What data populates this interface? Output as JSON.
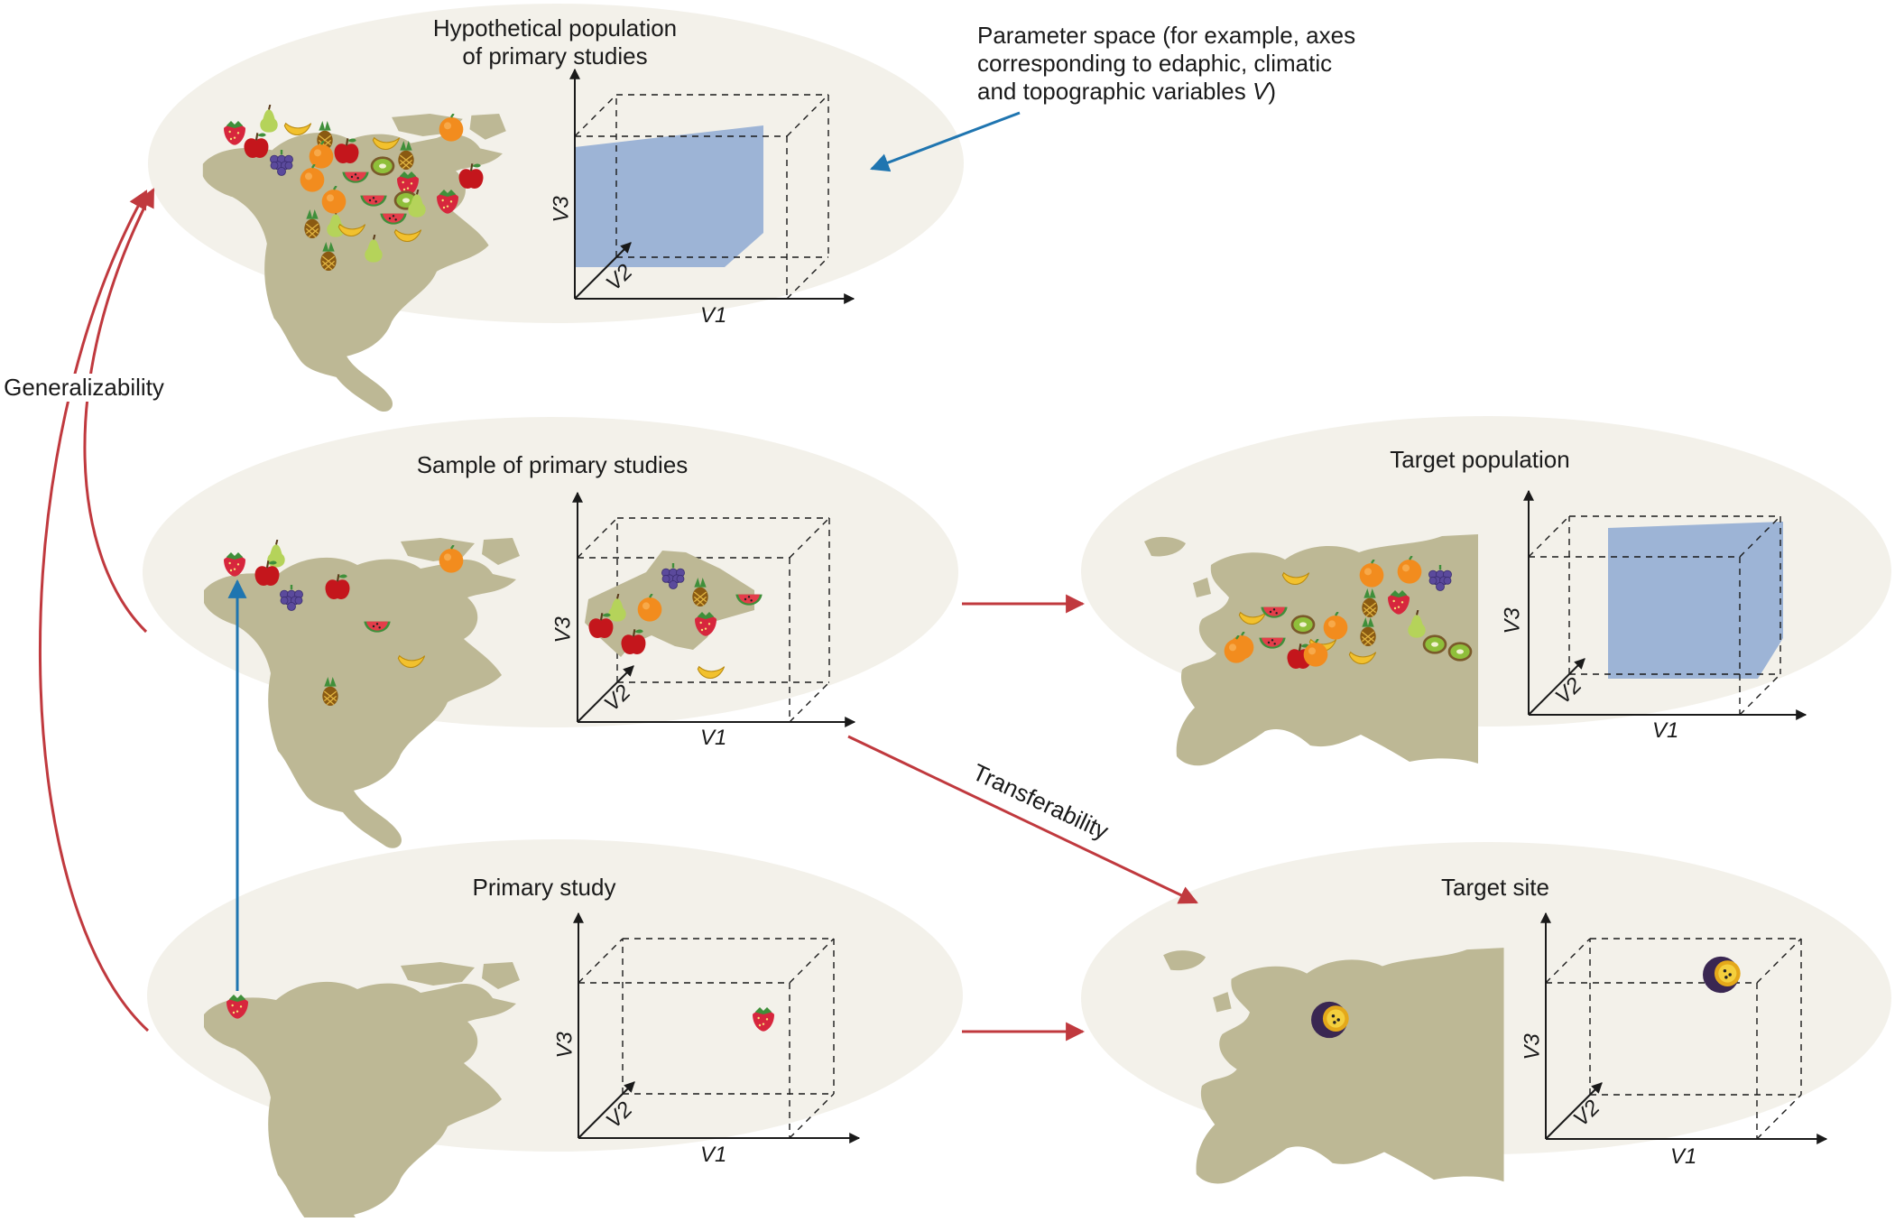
{
  "labels": {
    "hypothetical_population": "Hypothetical population\nof primary studies",
    "parameter_space_note_1": "Parameter space (for example, axes",
    "parameter_space_note_2": "corresponding to edaphic, climatic",
    "parameter_space_note_3": "and topographic variables ",
    "parameter_space_note_v": "V",
    "parameter_space_note_end": ")",
    "generalizability": "Generalizability",
    "sample_of_primary_studies": "Sample of primary studies",
    "target_population": "Target population",
    "transferability": "Transferability",
    "primary_study": "Primary study",
    "target_site": "Target site"
  },
  "axes": {
    "v1": "V1",
    "v2": "V2",
    "v3": "V3"
  },
  "colors": {
    "ellipse_fill": "#f3f1ea",
    "land": "#bdb895",
    "region_fill": "#9db4d6",
    "red_arrow": "#c0393e",
    "blue_arrow": "#1f75b0",
    "axis": "#1a1a1a"
  },
  "icons": [
    "strawberry-icon",
    "apple-icon",
    "pear-icon",
    "banana-icon",
    "orange-icon",
    "grape-icon",
    "pineapple-icon",
    "watermelon-icon",
    "kiwi-icon",
    "passion-fruit-icon"
  ]
}
